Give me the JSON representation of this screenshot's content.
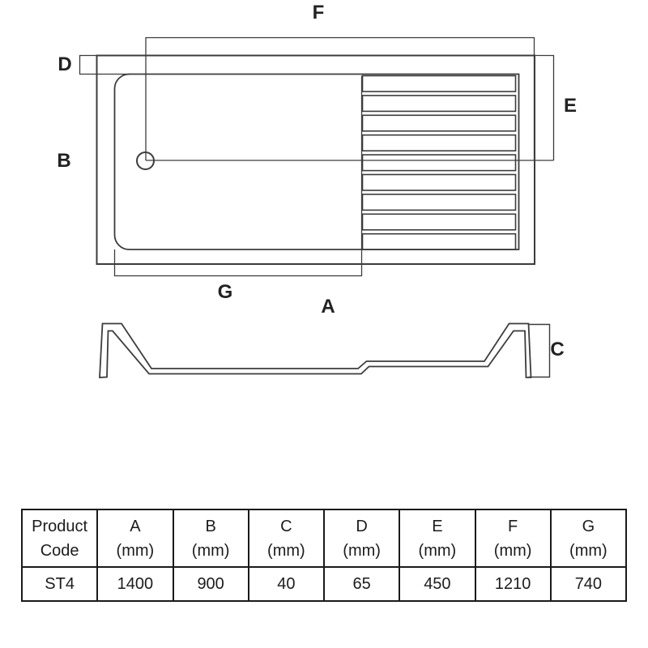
{
  "diagram": {
    "labels": {
      "f": "F",
      "d": "D",
      "b": "B",
      "e": "E",
      "g": "G",
      "a": "A",
      "c": "C"
    },
    "colors": {
      "line": "#3c3c3c",
      "label_text": "#222222",
      "table_border": "#1a1a1a"
    },
    "rib_count": 9
  },
  "table": {
    "product_header": {
      "line1": "Product",
      "line2": "Code"
    },
    "columns": [
      {
        "letter": "A",
        "unit": "(mm)"
      },
      {
        "letter": "B",
        "unit": "(mm)"
      },
      {
        "letter": "C",
        "unit": "(mm)"
      },
      {
        "letter": "D",
        "unit": "(mm)"
      },
      {
        "letter": "E",
        "unit": "(mm)"
      },
      {
        "letter": "F",
        "unit": "(mm)"
      },
      {
        "letter": "G",
        "unit": "(mm)"
      }
    ],
    "row": {
      "code": "ST4",
      "values": [
        "1400",
        "900",
        "40",
        "65",
        "450",
        "1210",
        "740"
      ]
    }
  }
}
